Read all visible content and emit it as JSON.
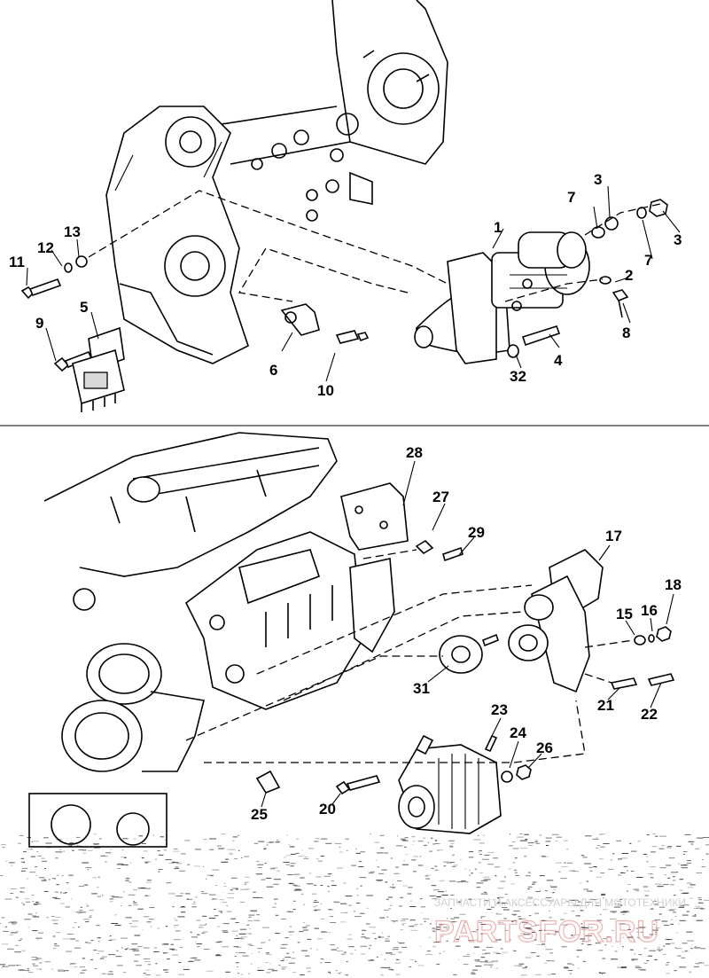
{
  "callouts": [
    "1",
    "2",
    "3",
    "3",
    "4",
    "5",
    "6",
    "7",
    "7",
    "8",
    "9",
    "10",
    "11",
    "12",
    "13",
    "15",
    "16",
    "17",
    "18",
    "20",
    "21",
    "22",
    "23",
    "24",
    "25",
    "26",
    "27",
    "28",
    "29",
    "31",
    "32"
  ],
  "watermark": {
    "tagline": "ЗАПЧАСТИ И АКСЕССУАРЫ ДЛЯ МОТОТЕХНИКИ",
    "brand": "PARTSFOR.RU",
    "brand_color": "#d9534f"
  }
}
